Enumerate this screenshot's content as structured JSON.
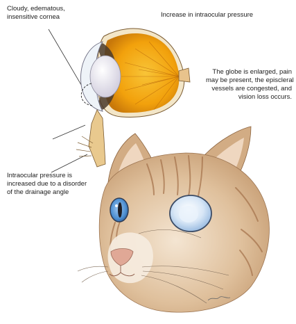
{
  "labels": {
    "cornea": {
      "lines": [
        "Cloudy, edematous,",
        "insensitive cornea"
      ]
    },
    "pressure_increase": {
      "lines": [
        "Increase in intraocular pressure"
      ]
    },
    "globe": {
      "lines": [
        "The globe is enlarged, pain",
        "may be present, the episcleral",
        "vessels are congested, and",
        "vision loss occurs."
      ]
    },
    "drainage": {
      "lines": [
        "Intraocular pressure is",
        "increased due to a disorder",
        "of the drainage angle"
      ]
    }
  },
  "colors": {
    "eyeball": "#f2a10c",
    "eyeball_dark": "#c8780a",
    "lens": "#ece9f2",
    "cat_fur": "#d9b896",
    "cat_stripes": "#a4714a",
    "cloudy_eye": "#d7e6f6",
    "clear_eye": "#4d8fd1",
    "nose": "#e0a896"
  }
}
